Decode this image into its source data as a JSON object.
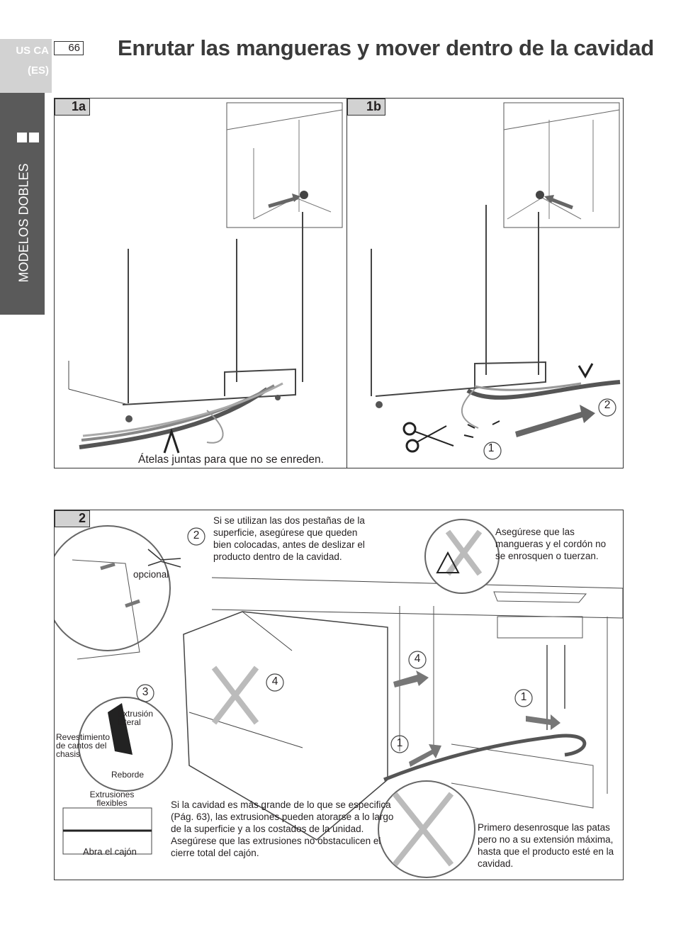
{
  "header": {
    "region_line1": "US CA",
    "region_line2": "(ES)",
    "page_number": "66",
    "title": "Enrutar las mangueras y mover dentro de la cavidad"
  },
  "sidebar": {
    "section_label": "MODELOS DOBLES"
  },
  "step1a": {
    "label": "1a",
    "caption": "Átelas juntas para que no se enreden."
  },
  "step1b": {
    "label": "1b",
    "num1": "1",
    "num2": "2"
  },
  "step2": {
    "label": "2",
    "tabs_note": "Si se utilizan las dos pestañas de la superficie, asegúrese que queden bien colocadas, antes de deslizar el producto dentro de la cavidad.",
    "twist_note": "Asegúrese que las mangueras y el cordón no se enrosquen o tuerzan.",
    "optional": "opcional",
    "side_extrusion": "Extrusión lateral",
    "chassis_edge": "Revestimiento de cantos del chasis",
    "ledge": "Reborde",
    "flexible_extrusions": "Extrusiones flexibles",
    "open_drawer": "Abra el cajón",
    "cavity_note": "Si la cavidad es más grande de lo que se especifica (Pág. 63), las extrusiones pueden atorarse a lo largo de la superficie y a los costados de la unidad. Asegúrese que las extrusiones no obstaculicen el cierre total del cajón.",
    "legs_note": "Primero desenrosque las patas pero no a su extensión máxima, hasta que el producto esté en la cavidad.",
    "nums": {
      "one": "1",
      "two": "2",
      "three": "3",
      "four": "4"
    }
  }
}
